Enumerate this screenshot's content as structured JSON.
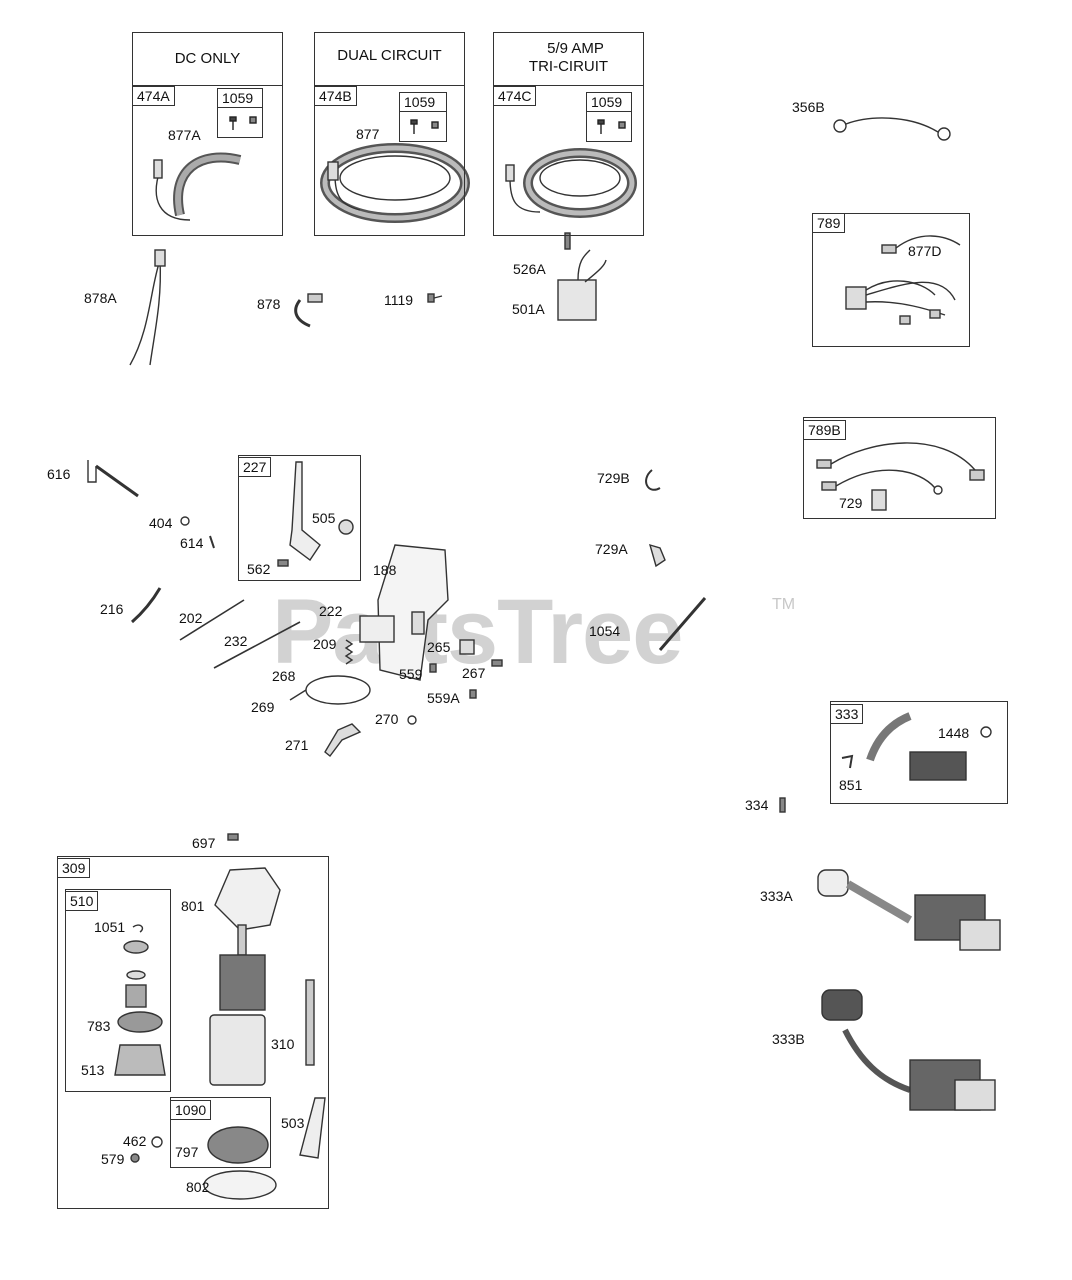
{
  "watermark": {
    "brand": "PartsTree",
    "tm": "TM"
  },
  "headers": {
    "dc_only": "DC ONLY",
    "dual_circuit": "DUAL CIRCUIT",
    "tri_line1": "5/9   AMP",
    "tri_line2": "TRI-CIRUIT"
  },
  "groups": {
    "g474A": "474A",
    "g474B": "474B",
    "g474C": "474C",
    "g1059": "1059",
    "g789": "789",
    "g789B": "789B",
    "g227": "227",
    "g333": "333",
    "g309": "309",
    "g510": "510",
    "g1090": "1090"
  },
  "parts": {
    "p877A": "877A",
    "p877": "877",
    "p356B": "356B",
    "p877D": "877D",
    "p878A": "878A",
    "p878": "878",
    "p1119": "1119",
    "p526A": "526A",
    "p501A": "501A",
    "p616": "616",
    "p404": "404",
    "p614": "614",
    "p505": "505",
    "p562": "562",
    "p188": "188",
    "p216": "216",
    "p202": "202",
    "p222": "222",
    "p232": "232",
    "p209": "209",
    "p265": "265",
    "p268": "268",
    "p559": "559",
    "p267": "267",
    "p269": "269",
    "p559A": "559A",
    "p270": "270",
    "p271": "271",
    "p729B": "729B",
    "p729A": "729A",
    "p729": "729",
    "p1054": "1054",
    "p1448": "1448",
    "p851": "851",
    "p334": "334",
    "p697": "697",
    "p801": "801",
    "p1051": "1051",
    "p783": "783",
    "p513": "513",
    "p310": "310",
    "p503": "503",
    "p462": "462",
    "p579": "579",
    "p797": "797",
    "p802": "802",
    "p333A": "333A",
    "p333B": "333B"
  }
}
